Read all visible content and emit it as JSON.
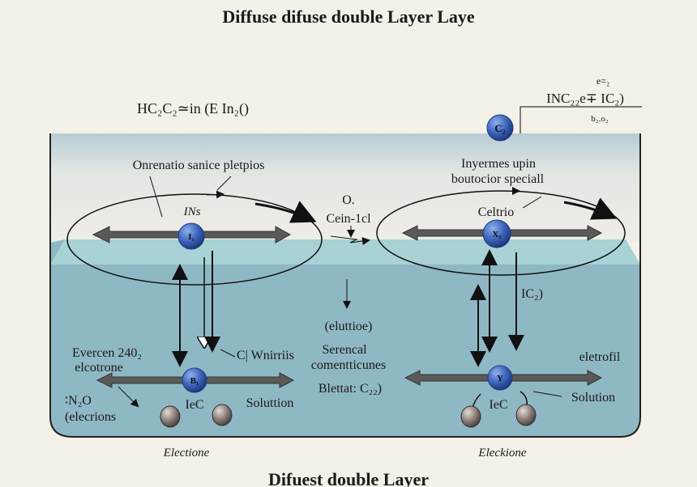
{
  "title": "Diffuse difuse double Layer Laye",
  "footer_title": "Difuest double Layer",
  "left_formula": "HC₂C₂≃in (E In₂()",
  "right_formula": {
    "top": "e=₂",
    "main": "INC₂₂e∓ IC₂)",
    "sub": "b₂.o₂"
  },
  "top_ion": "C₂",
  "left_panel": {
    "caption": "Onrenatio sanice pletpios",
    "ion_label": "INs",
    "ion_surface": "I₁",
    "ion_bottom": "B₁",
    "arrow_label": "C| Wnirriis",
    "left_text": [
      "Evercen 240₂",
      "elcotrone"
    ],
    "n2o": [
      "∶N₂O",
      "(elecrions"
    ],
    "iec": "IeC",
    "solution": "Soluttion",
    "bottom_label": "Electione"
  },
  "center": {
    "o_label": "O.",
    "cein": "Cein-1cl",
    "elution": "(eluttioe)",
    "sercal": [
      "Serencal",
      "comentticunes"
    ],
    "blettat": "Blettat: C₂₂)"
  },
  "right_panel": {
    "caption": [
      "Inyermes upin",
      "boutocior speciall"
    ],
    "ion_label": "Celtrio",
    "ion_surface": "X₁",
    "ion_bottom": "Y",
    "arrow_label": "IC₂)",
    "right_text": "eletrofil",
    "iec": "IeC",
    "solution": "Solution",
    "bottom_label": "Eleckione"
  },
  "colors": {
    "ion": "#3a63b8",
    "water_top": "#a8d2d6",
    "water": "#8fb8c5",
    "arrow": "#5a5a5a"
  }
}
